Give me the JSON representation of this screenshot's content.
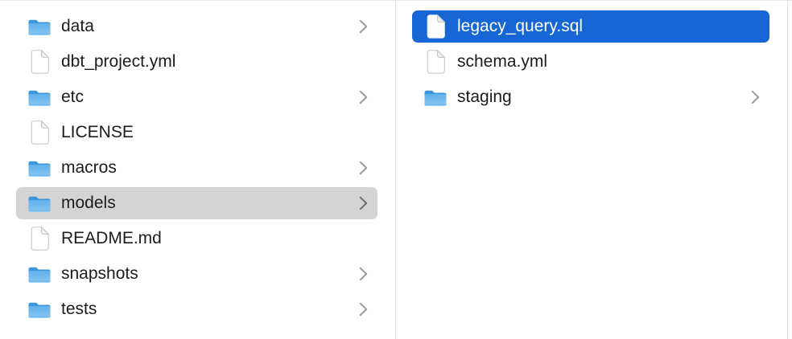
{
  "colors": {
    "selection_blue": "#1666d5",
    "selection_gray": "#d4d4d4",
    "divider": "#e2e2e2",
    "text": "#1c1c1e",
    "selected_text": "#ffffff",
    "chevron_gray": "#9b9b9b",
    "folder_blue_top": "#3d95dc",
    "folder_blue_body": "#5fb0ea"
  },
  "file_browser": {
    "view": "column-view",
    "columns": [
      {
        "name": "column-project-root",
        "items": [
          {
            "label": "data",
            "type": "folder",
            "expandable": true,
            "selected": false
          },
          {
            "label": "dbt_project.yml",
            "type": "file",
            "expandable": false,
            "selected": false
          },
          {
            "label": "etc",
            "type": "folder",
            "expandable": true,
            "selected": false
          },
          {
            "label": "LICENSE",
            "type": "file",
            "expandable": false,
            "selected": false
          },
          {
            "label": "macros",
            "type": "folder",
            "expandable": true,
            "selected": false
          },
          {
            "label": "models",
            "type": "folder",
            "expandable": true,
            "selected": true,
            "selection": "inactive-gray"
          },
          {
            "label": "README.md",
            "type": "file",
            "expandable": false,
            "selected": false
          },
          {
            "label": "snapshots",
            "type": "folder",
            "expandable": true,
            "selected": false
          },
          {
            "label": "tests",
            "type": "folder",
            "expandable": true,
            "selected": false
          }
        ]
      },
      {
        "name": "column-models-contents",
        "items": [
          {
            "label": "legacy_query.sql",
            "type": "file",
            "expandable": false,
            "selected": true,
            "selection": "active-blue"
          },
          {
            "label": "schema.yml",
            "type": "file",
            "expandable": false,
            "selected": false
          },
          {
            "label": "staging",
            "type": "folder",
            "expandable": true,
            "selected": false
          }
        ]
      }
    ]
  }
}
